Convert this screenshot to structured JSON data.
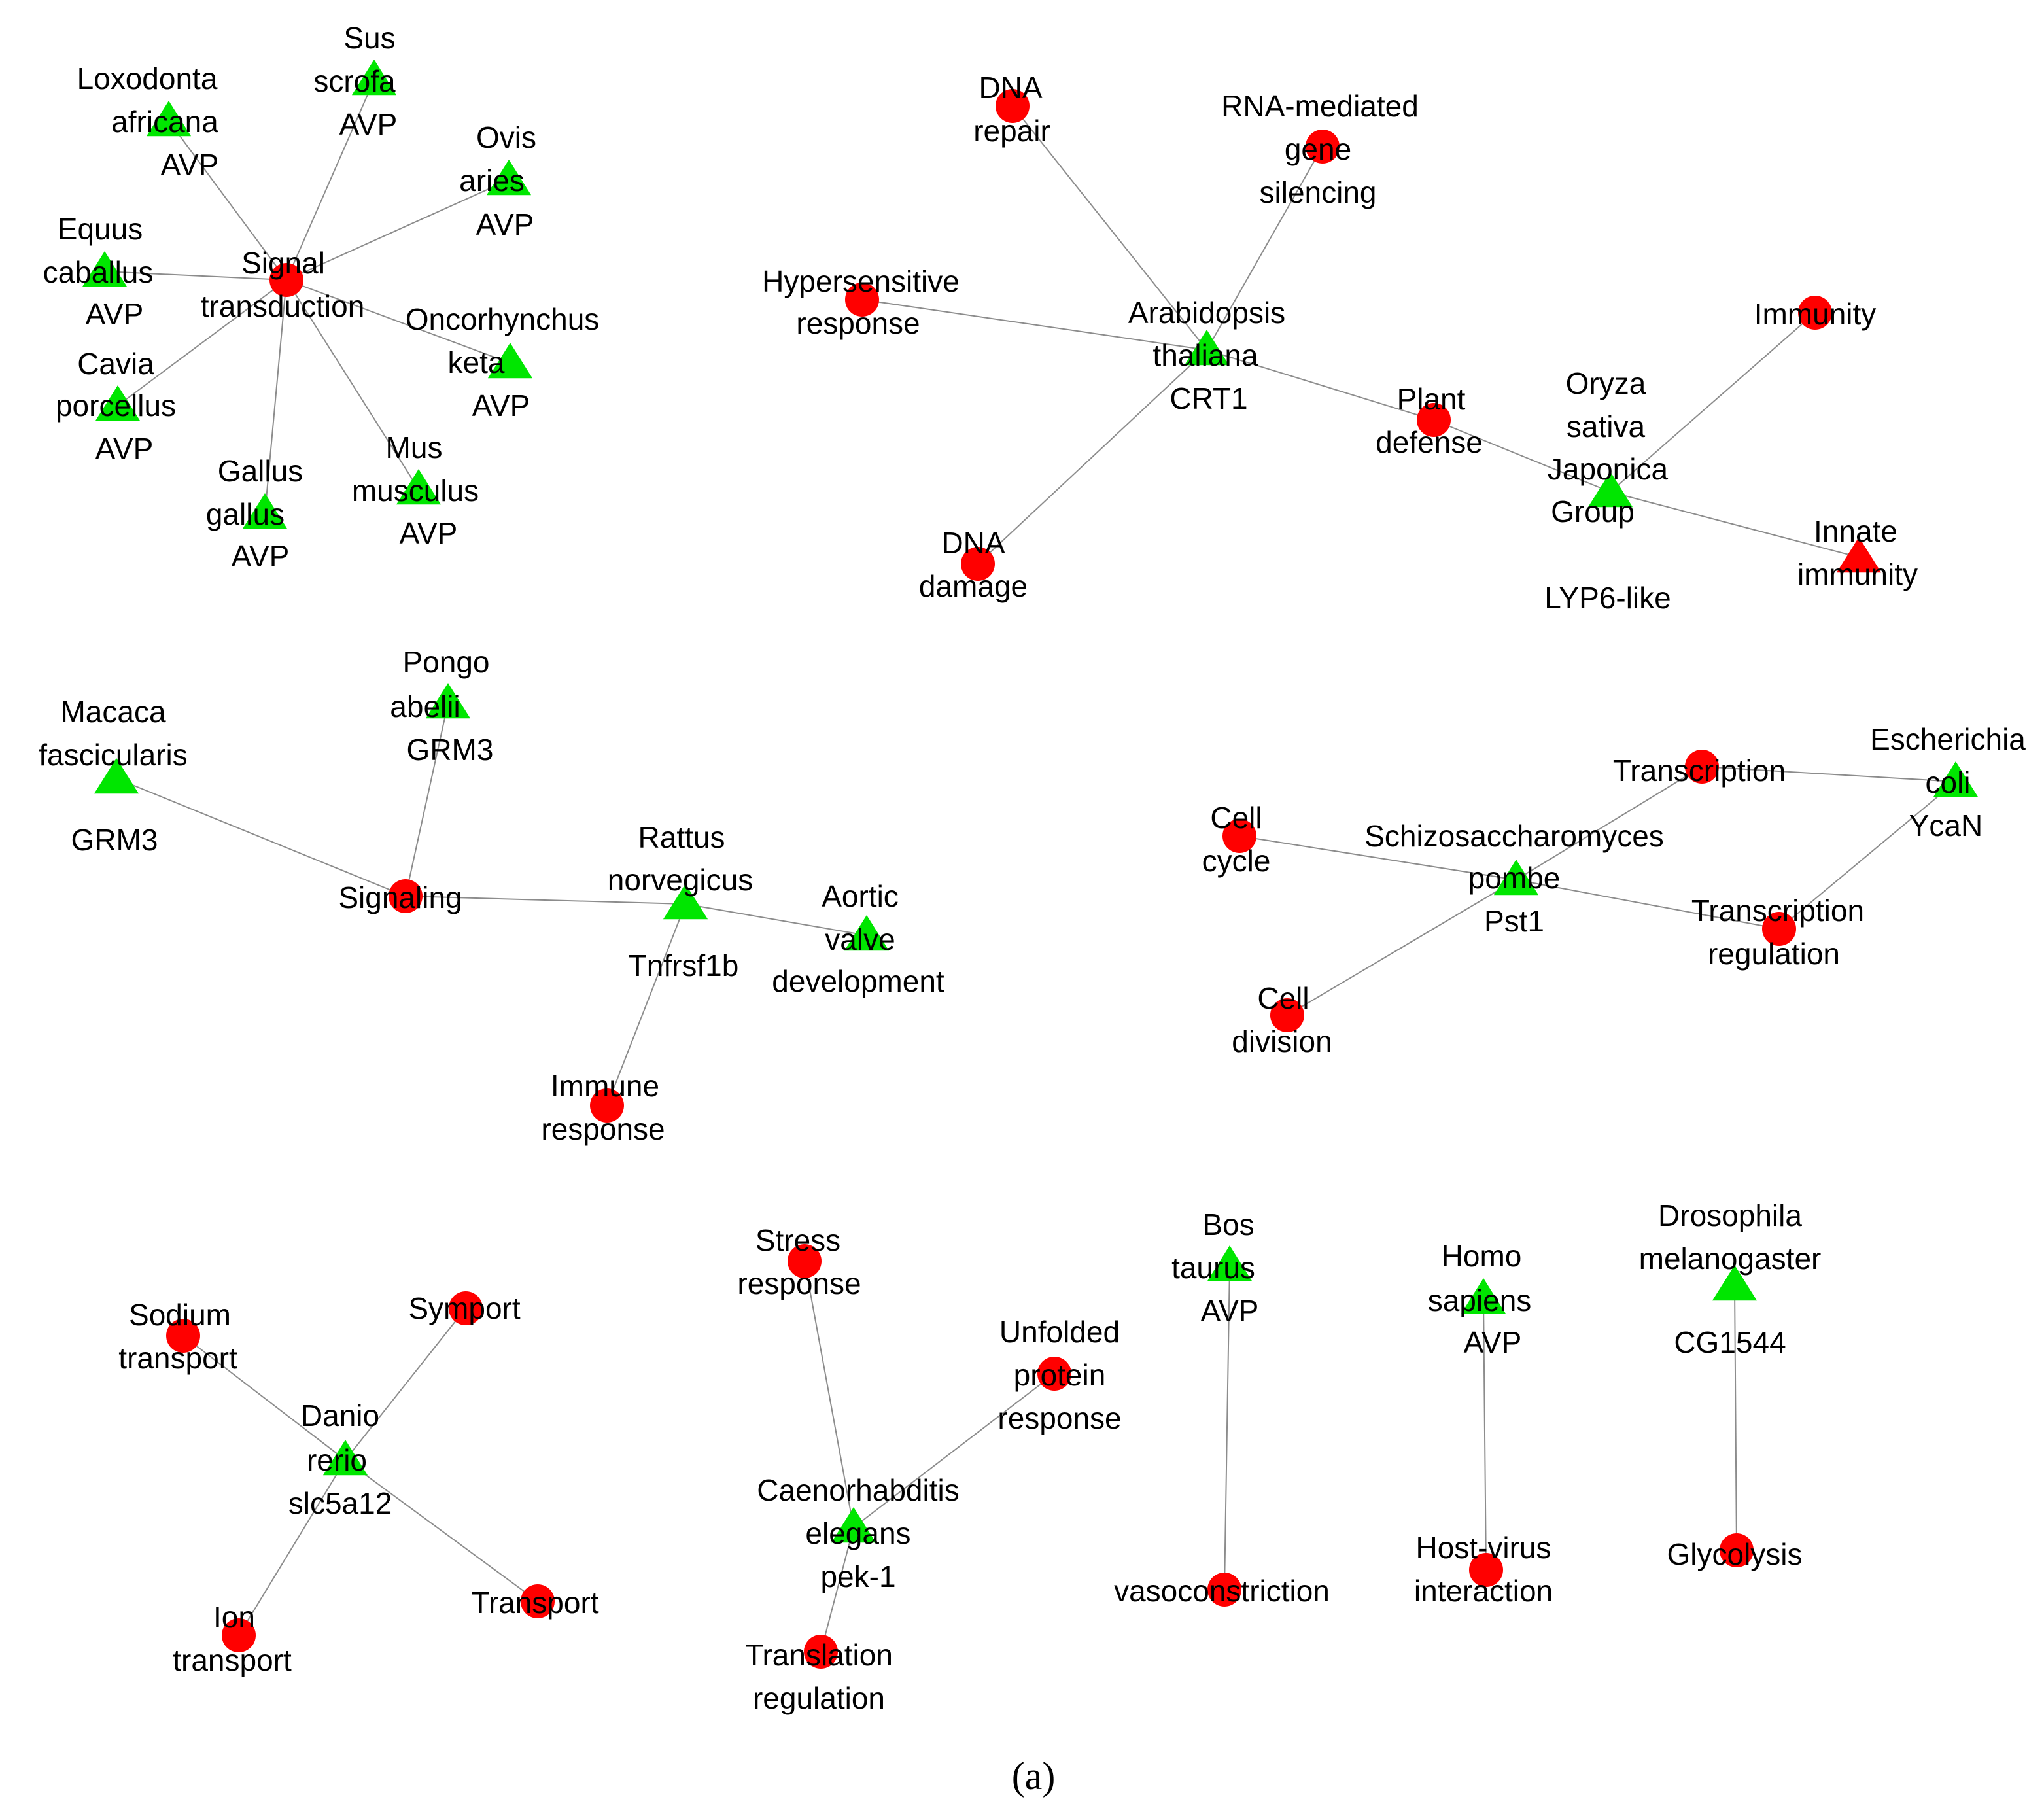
{
  "colors": {
    "function_node": "#ff0000",
    "protein_node": "#00e600",
    "edge": "#8c8c8c"
  },
  "caption": "(a)",
  "nodes": [
    {
      "id": "loxodonta",
      "shape": "triangle",
      "color": "green",
      "lines": [
        "Loxodonta",
        "africana",
        "AVP"
      ]
    },
    {
      "id": "sus",
      "shape": "triangle",
      "color": "green",
      "lines": [
        "Sus",
        "scrofa",
        "AVP"
      ]
    },
    {
      "id": "ovis",
      "shape": "triangle",
      "color": "green",
      "lines": [
        "Ovis",
        "aries",
        "AVP"
      ]
    },
    {
      "id": "equus",
      "shape": "triangle",
      "color": "green",
      "lines": [
        "Equus",
        "caballus",
        "AVP"
      ]
    },
    {
      "id": "signal-transduction",
      "shape": "circle",
      "color": "red",
      "lines": [
        "Signal",
        "transduction"
      ]
    },
    {
      "id": "oncorhynchus",
      "shape": "triangle",
      "color": "green",
      "lines": [
        "Oncorhynchus",
        "keta",
        "AVP"
      ]
    },
    {
      "id": "cavia",
      "shape": "triangle",
      "color": "green",
      "lines": [
        "Cavia",
        "porcellus",
        "AVP"
      ]
    },
    {
      "id": "gallus",
      "shape": "triangle",
      "color": "green",
      "lines": [
        "Gallus",
        "gallus",
        "AVP"
      ]
    },
    {
      "id": "mus",
      "shape": "triangle",
      "color": "green",
      "lines": [
        "Mus",
        "musculus",
        "AVP"
      ]
    },
    {
      "id": "dna-repair",
      "shape": "circle",
      "color": "red",
      "lines": [
        "DNA",
        "repair"
      ]
    },
    {
      "id": "rna-silencing",
      "shape": "circle",
      "color": "red",
      "lines": [
        "RNA-mediated",
        "gene",
        "silencing"
      ]
    },
    {
      "id": "hypersensitive",
      "shape": "circle",
      "color": "red",
      "lines": [
        "Hypersensitive",
        "response"
      ]
    },
    {
      "id": "arabidopsis",
      "shape": "triangle",
      "color": "green",
      "lines": [
        "Arabidopsis",
        "thaliana",
        "CRT1"
      ]
    },
    {
      "id": "dna-damage",
      "shape": "circle",
      "color": "red",
      "lines": [
        "DNA",
        "damage"
      ]
    },
    {
      "id": "plant-defense",
      "shape": "circle",
      "color": "red",
      "lines": [
        "Plant",
        "defense"
      ]
    },
    {
      "id": "immunity",
      "shape": "circle",
      "color": "red",
      "lines": [
        "Immunity"
      ]
    },
    {
      "id": "oryza",
      "shape": "triangle",
      "color": "green",
      "lines": [
        "Oryza",
        "sativa",
        "Japonica",
        "Group",
        "LYP6-like"
      ]
    },
    {
      "id": "innate-immunity",
      "shape": "triangle",
      "color": "red",
      "lines": [
        "Innate",
        "immunity"
      ]
    },
    {
      "id": "macaca",
      "shape": "triangle",
      "color": "green",
      "lines": [
        "Macaca",
        "fascicularis",
        "GRM3"
      ]
    },
    {
      "id": "pongo",
      "shape": "triangle",
      "color": "green",
      "lines": [
        "Pongo",
        "abelii",
        "GRM3"
      ]
    },
    {
      "id": "signaling",
      "shape": "circle",
      "color": "red",
      "lines": [
        "Signaling"
      ]
    },
    {
      "id": "rattus",
      "shape": "triangle",
      "color": "green",
      "lines": [
        "Rattus",
        "norvegicus",
        "Tnfrsf1b"
      ]
    },
    {
      "id": "aortic",
      "shape": "triangle",
      "color": "green",
      "lines": [
        "Aortic",
        "valve",
        "development"
      ]
    },
    {
      "id": "immune-response",
      "shape": "circle",
      "color": "red",
      "lines": [
        "Immune",
        "response"
      ]
    },
    {
      "id": "transcription",
      "shape": "circle",
      "color": "red",
      "lines": [
        "Transcription"
      ]
    },
    {
      "id": "escherichia",
      "shape": "triangle",
      "color": "green",
      "lines": [
        "Escherichia",
        "coli",
        "YcaN"
      ]
    },
    {
      "id": "cell-cycle",
      "shape": "circle",
      "color": "red",
      "lines": [
        "Cell",
        "cycle"
      ]
    },
    {
      "id": "schizo",
      "shape": "triangle",
      "color": "green",
      "lines": [
        "Schizosaccharomyces",
        "pombe",
        "Pst1"
      ]
    },
    {
      "id": "transcription-regulation",
      "shape": "circle",
      "color": "red",
      "lines": [
        "Transcription",
        "regulation"
      ]
    },
    {
      "id": "cell-division",
      "shape": "circle",
      "color": "red",
      "lines": [
        "Cell",
        "division"
      ]
    },
    {
      "id": "sodium-transport",
      "shape": "circle",
      "color": "red",
      "lines": [
        "Sodium",
        "transport"
      ]
    },
    {
      "id": "symport",
      "shape": "circle",
      "color": "red",
      "lines": [
        "Symport"
      ]
    },
    {
      "id": "danio",
      "shape": "triangle",
      "color": "green",
      "lines": [
        "Danio",
        "rerio",
        "slc5a12"
      ]
    },
    {
      "id": "ion-transport",
      "shape": "circle",
      "color": "red",
      "lines": [
        "Ion",
        "transport"
      ]
    },
    {
      "id": "transport",
      "shape": "circle",
      "color": "red",
      "lines": [
        "Transport"
      ]
    },
    {
      "id": "stress-response",
      "shape": "circle",
      "color": "red",
      "lines": [
        "Stress",
        "response"
      ]
    },
    {
      "id": "unfolded-protein",
      "shape": "circle",
      "color": "red",
      "lines": [
        "Unfolded",
        "protein",
        "response"
      ]
    },
    {
      "id": "caenorhabditis",
      "shape": "triangle",
      "color": "green",
      "lines": [
        "Caenorhabditis",
        "elegans",
        "pek-1"
      ]
    },
    {
      "id": "translation-regulation",
      "shape": "circle",
      "color": "red",
      "lines": [
        "Translation",
        "regulation"
      ]
    },
    {
      "id": "bos",
      "shape": "triangle",
      "color": "green",
      "lines": [
        "Bos",
        "taurus",
        "AVP"
      ]
    },
    {
      "id": "vasoconstriction",
      "shape": "circle",
      "color": "red",
      "lines": [
        "vasoconstriction"
      ]
    },
    {
      "id": "homo",
      "shape": "triangle",
      "color": "green",
      "lines": [
        "Homo",
        "sapiens",
        "AVP"
      ]
    },
    {
      "id": "host-virus",
      "shape": "circle",
      "color": "red",
      "lines": [
        "Host-virus",
        "interaction"
      ]
    },
    {
      "id": "drosophila",
      "shape": "triangle",
      "color": "green",
      "lines": [
        "Drosophila",
        "melanogaster",
        "CG1544"
      ]
    },
    {
      "id": "glycolysis",
      "shape": "circle",
      "color": "red",
      "lines": [
        "Glycolysis"
      ]
    }
  ],
  "edges": [
    [
      "signal-transduction",
      "loxodonta"
    ],
    [
      "signal-transduction",
      "sus"
    ],
    [
      "signal-transduction",
      "ovis"
    ],
    [
      "signal-transduction",
      "equus"
    ],
    [
      "signal-transduction",
      "oncorhynchus"
    ],
    [
      "signal-transduction",
      "cavia"
    ],
    [
      "signal-transduction",
      "gallus"
    ],
    [
      "signal-transduction",
      "mus"
    ],
    [
      "arabidopsis",
      "dna-repair"
    ],
    [
      "arabidopsis",
      "rna-silencing"
    ],
    [
      "arabidopsis",
      "hypersensitive"
    ],
    [
      "arabidopsis",
      "dna-damage"
    ],
    [
      "arabidopsis",
      "plant-defense"
    ],
    [
      "plant-defense",
      "oryza"
    ],
    [
      "oryza",
      "immunity"
    ],
    [
      "oryza",
      "innate-immunity"
    ],
    [
      "macaca",
      "signaling"
    ],
    [
      "pongo",
      "signaling"
    ],
    [
      "signaling",
      "rattus"
    ],
    [
      "rattus",
      "aortic"
    ],
    [
      "rattus",
      "immune-response"
    ],
    [
      "schizo",
      "cell-cycle"
    ],
    [
      "schizo",
      "cell-division"
    ],
    [
      "schizo",
      "transcription-regulation"
    ],
    [
      "schizo",
      "transcription"
    ],
    [
      "transcription",
      "escherichia"
    ],
    [
      "escherichia",
      "transcription-regulation"
    ],
    [
      "danio",
      "sodium-transport"
    ],
    [
      "danio",
      "symport"
    ],
    [
      "danio",
      "ion-transport"
    ],
    [
      "danio",
      "transport"
    ],
    [
      "caenorhabditis",
      "stress-response"
    ],
    [
      "caenorhabditis",
      "unfolded-protein"
    ],
    [
      "caenorhabditis",
      "translation-regulation"
    ],
    [
      "bos",
      "vasoconstriction"
    ],
    [
      "homo",
      "host-virus"
    ],
    [
      "drosophila",
      "glycolysis"
    ]
  ]
}
